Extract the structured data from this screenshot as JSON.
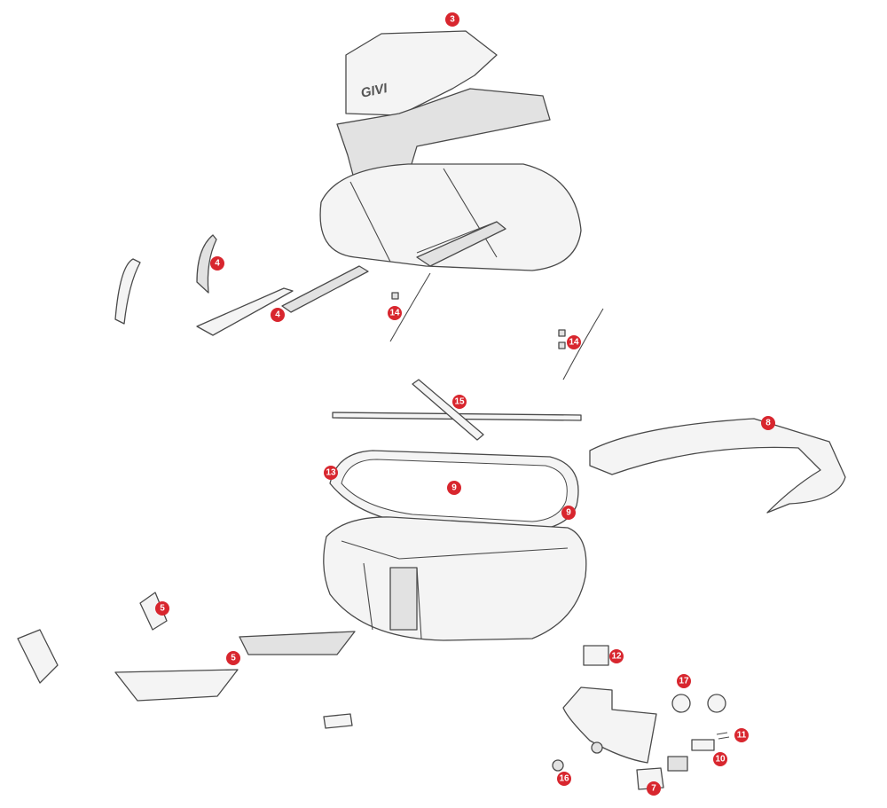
{
  "diagram": {
    "logo_text": "GIVI",
    "label_color": "#d8262e",
    "labels": [
      "3",
      "4",
      "4",
      "14",
      "14",
      "15",
      "8",
      "13",
      "9",
      "9",
      "5",
      "5",
      "12",
      "17",
      "11",
      "10",
      "16",
      "7"
    ]
  }
}
